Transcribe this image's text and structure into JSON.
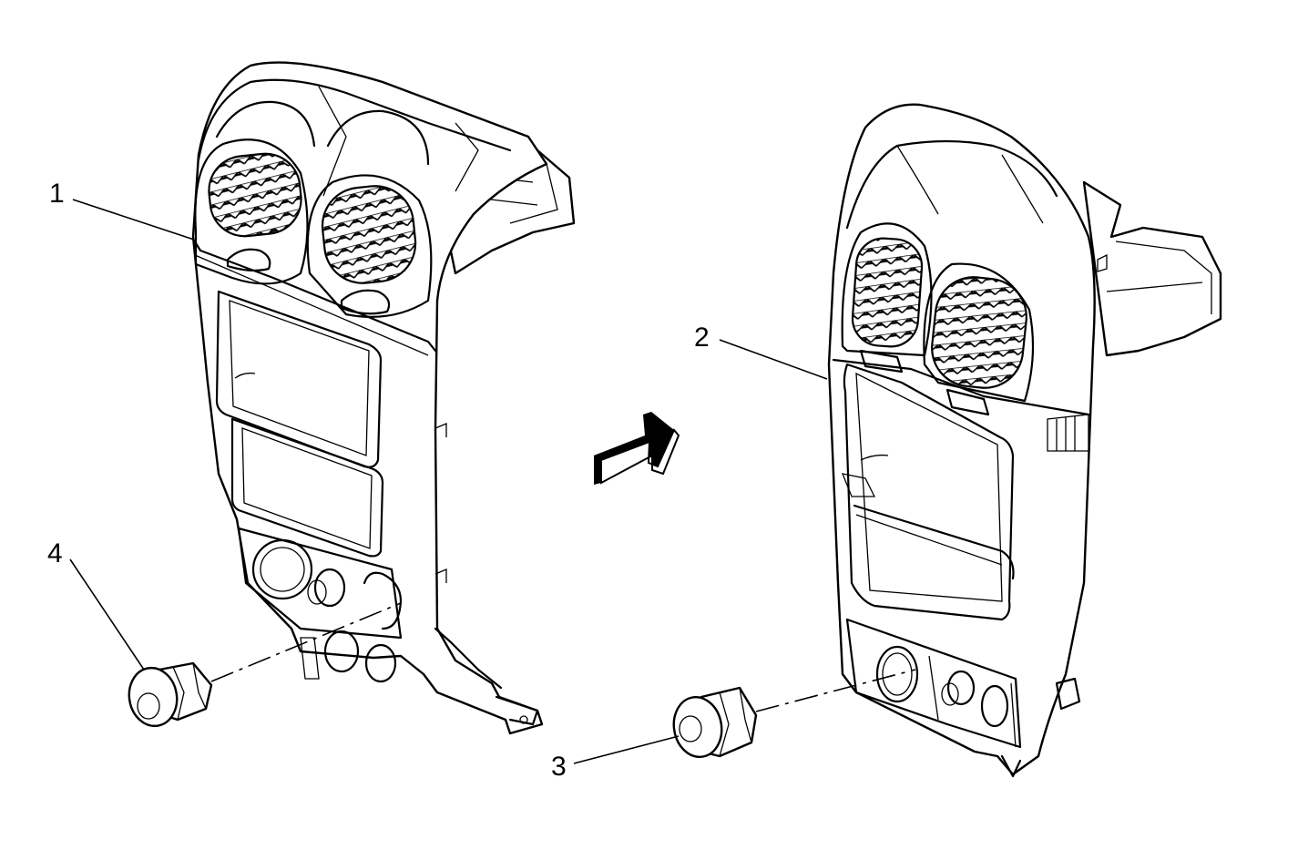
{
  "callouts": [
    {
      "id": "1",
      "label": "1"
    },
    {
      "id": "2",
      "label": "2"
    },
    {
      "id": "3",
      "label": "3"
    },
    {
      "id": "4",
      "label": "4"
    }
  ],
  "icons": {
    "direction_arrow": "arrow-right-icon",
    "vent_grille": "vent-grille-icon",
    "knob": "knob-icon"
  },
  "colors": {
    "line": "#000000",
    "background": "#ffffff"
  }
}
